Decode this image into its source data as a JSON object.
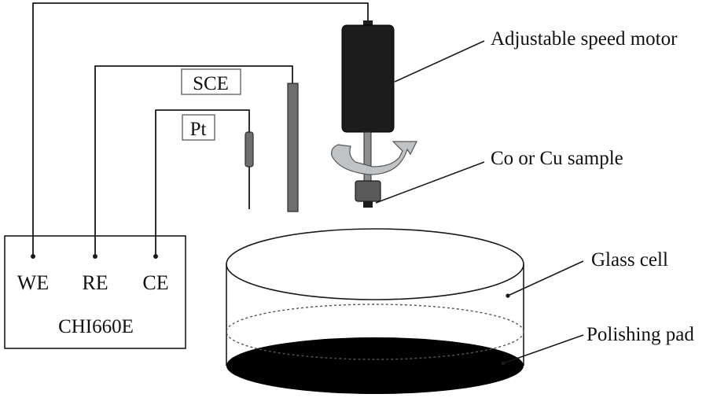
{
  "instrument": {
    "name": "CHI660E",
    "terminals": [
      "WE",
      "RE",
      "CE"
    ]
  },
  "electrodes": {
    "reference": "SCE",
    "counter": "Pt"
  },
  "callouts": {
    "motor": "Adjustable speed motor",
    "sample": "Co or Cu sample",
    "cell": "Glass cell",
    "pad": "Polishing pad"
  },
  "colors": {
    "line": "#1a1a1a",
    "motor_body": "#1c1c1c",
    "electrode_rod": "#6e6e6e",
    "arrow_fill": "#bfc3c6",
    "pad_fill": "#000000"
  }
}
